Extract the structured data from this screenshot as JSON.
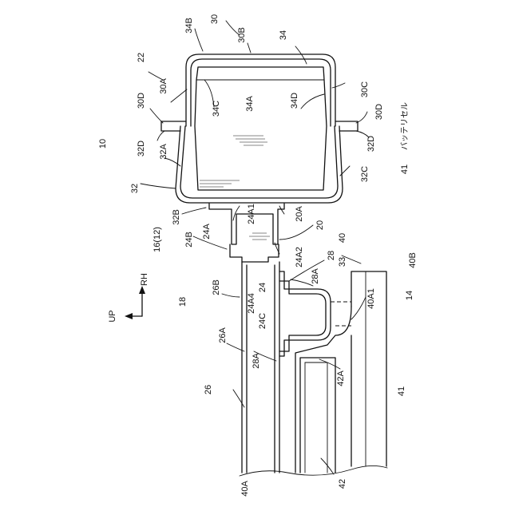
{
  "labels": {
    "l30": "30",
    "l34B": "34B",
    "l30B": "30B",
    "l34": "34",
    "l22": "22",
    "l30A": "30A",
    "l30D_left": "30D",
    "l34C": "34C",
    "l34A": "34A",
    "l34D": "34D",
    "l30C": "30C",
    "l30D_right": "30D",
    "l10": "10",
    "l32D_left": "32D",
    "l32A": "32A",
    "l32D_right": "32D",
    "l32": "32",
    "l32C": "32C",
    "l41_top": "41",
    "l32B": "32B",
    "l24A1": "24A1",
    "l20A": "20A",
    "l24B": "24B",
    "l24A": "24A",
    "l20": "20",
    "l16": "16(12)",
    "l24A2": "24A2",
    "l40": "40",
    "l28": "28",
    "l33": "33",
    "l40B": "40B",
    "l28A_upper": "28A",
    "l26B": "26B",
    "l24A4": "24A4",
    "l24": "24",
    "l14": "14",
    "l40A1": "40A1",
    "l18": "18",
    "l24C": "24C",
    "lRH": "RH",
    "lUP": "UP",
    "l26A": "26A",
    "l28A_lower": "28A",
    "l42A": "42A",
    "l26": "26",
    "l41_bottom": "41",
    "l40A": "40A",
    "l42": "42"
  },
  "japanese_label": "バッテリセル"
}
